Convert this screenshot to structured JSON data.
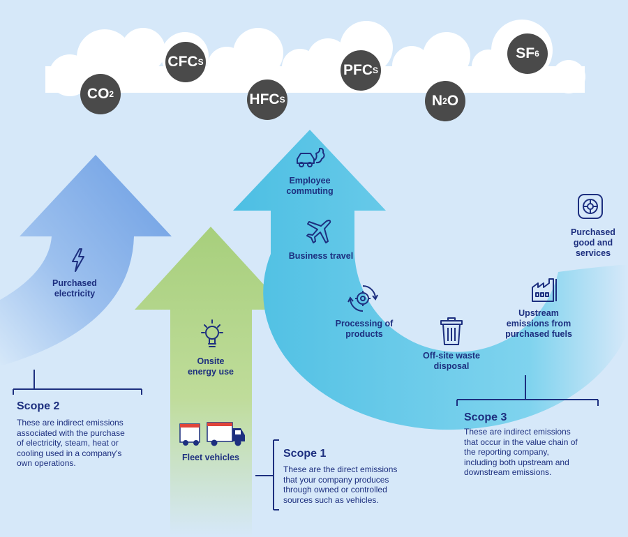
{
  "gases": [
    {
      "name": "CO",
      "sub": "2"
    },
    {
      "name": "CFC",
      "sub": "S"
    },
    {
      "name": "HFC",
      "sub": "S"
    },
    {
      "name": "PFC",
      "sub": "S"
    },
    {
      "name": "N",
      "sub": "2",
      "tail": "O"
    },
    {
      "name": "SF",
      "sub": "6"
    }
  ],
  "scope2": {
    "title": "Scope 2",
    "text": [
      "These are indirect emissions",
      "associated with the purchase",
      "of electricity, steam, heat or",
      "cooling used in a company's",
      "own operations."
    ],
    "item": [
      "Purchased",
      "electricity"
    ]
  },
  "scope1": {
    "title": "Scope 1",
    "text": [
      "These are the direct emissions",
      "that your company produces",
      "through owned or controlled",
      "sources such as vehicles."
    ],
    "items": {
      "energy": [
        "Onsite",
        "energy use"
      ],
      "fleet": [
        "Fleet vehicles"
      ]
    }
  },
  "scope3": {
    "title": "Scope 3",
    "text": [
      "These are indirect emissions",
      "that occur in the value chain of",
      "the reporting company,",
      "including both upstream and",
      "downstream emissions."
    ],
    "items": {
      "commuting": [
        "Employee",
        "commuting"
      ],
      "travel": [
        "Business travel"
      ],
      "processing": [
        "Processing of",
        "products"
      ],
      "waste": [
        "Off-site waste",
        "disposal"
      ],
      "upstream": [
        "Upstream",
        "emissions from",
        "purchased fuels"
      ],
      "goods": [
        "Purchased",
        "good and",
        "services"
      ]
    }
  },
  "colors": {
    "navy": "#1d2f7f",
    "scope1": "#a8cf7e",
    "scope2": "#6f9fe3",
    "scope3": "#5ec7e6",
    "gas": "#4a4a4a"
  }
}
